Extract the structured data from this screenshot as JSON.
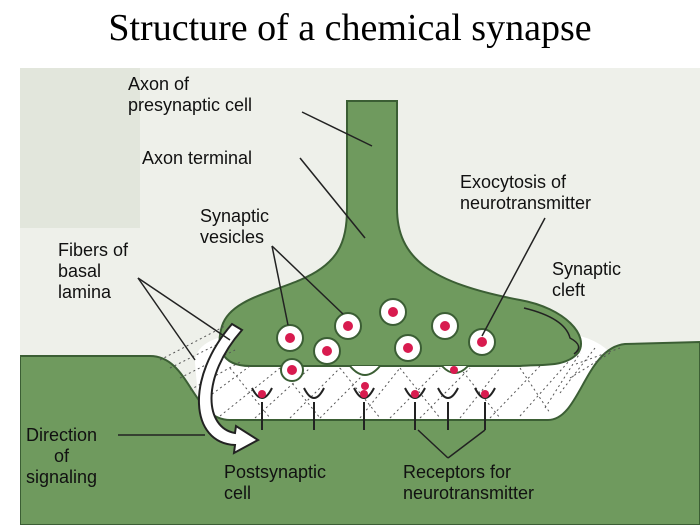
{
  "slide": {
    "title": "Structure of a chemical synapse"
  },
  "labels": {
    "axon_presynaptic_line1": "Axon of",
    "axon_presynaptic_line2": "presynaptic cell",
    "axon_terminal": "Axon terminal",
    "synaptic_vesicles_line1": "Synaptic",
    "synaptic_vesicles_line2": "vesicles",
    "fibers_line1": "Fibers of",
    "fibers_line2": "basal",
    "fibers_line3": "lamina",
    "exocytosis_line1": "Exocytosis of",
    "exocytosis_line2": "neurotransmitter",
    "synaptic_cleft_line1": "Synaptic",
    "synaptic_cleft_line2": "cleft",
    "direction_line1": "Direction",
    "direction_line2": "of",
    "direction_line3": "signaling",
    "postsynaptic_line1": "Postsynaptic",
    "postsynaptic_line2": "cell",
    "receptors_line1": "Receptors for",
    "receptors_line2": "neurotransmitter"
  },
  "colors": {
    "cell_fill": "#6f9a5e",
    "cell_edge": "#3b5e34",
    "cleft": "#ffffff",
    "vesicle_core": "#d81b4f",
    "background": "#eef0ea"
  }
}
